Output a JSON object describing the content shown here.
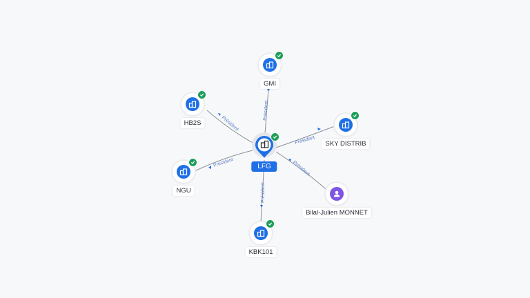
{
  "graph": {
    "center": {
      "label": "LFG",
      "icon": "building-icon",
      "verified": true
    },
    "nodes": [
      {
        "id": "gmi",
        "label": "GMI",
        "icon": "building-icon",
        "verified": true
      },
      {
        "id": "hb2s",
        "label": "HB2S",
        "icon": "building-icon",
        "verified": true
      },
      {
        "id": "sky",
        "label": "SKY DISTRIB",
        "icon": "building-icon",
        "verified": true
      },
      {
        "id": "ngu",
        "label": "NGU",
        "icon": "building-icon",
        "verified": true
      },
      {
        "id": "bilal",
        "label": "Bilal-Julien MONNET",
        "icon": "person-icon",
        "verified": false
      },
      {
        "id": "kbk",
        "label": "KBK101",
        "icon": "building-icon",
        "verified": true
      }
    ],
    "edge_label": "Président"
  },
  "colors": {
    "company": "#1f6fe6",
    "person": "#7f56e2",
    "verified": "#1e9e5a",
    "edge": "#8a8f99",
    "edge_label": "#5b7fc4"
  }
}
